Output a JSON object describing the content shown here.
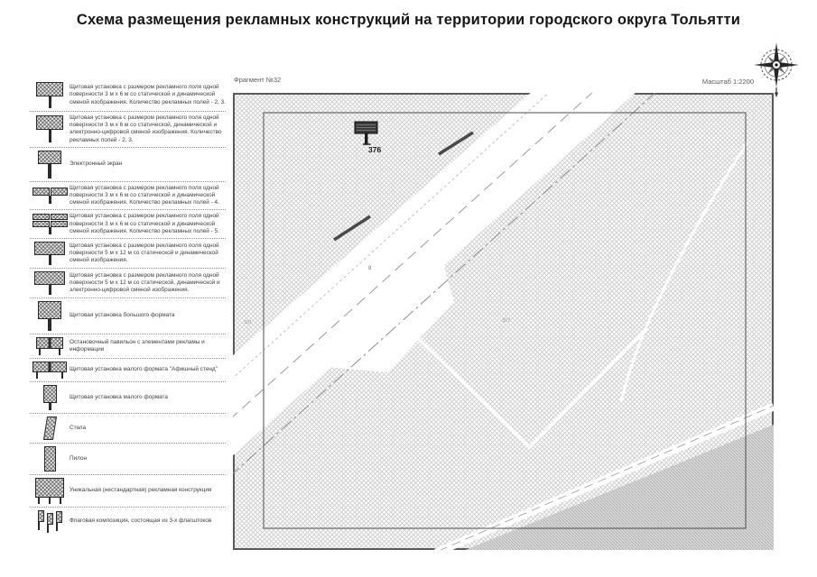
{
  "title": "Схема размещения рекламных конструкций на территории городского округа Тольятти",
  "map": {
    "fragment_label": "Фрагмент №32",
    "scale_label": "Масштаб 1:2200",
    "compass_icon": "compass-rose-icon",
    "marker": {
      "icon": "billboard-marker-icon",
      "number": "376"
    },
    "parcel_labels": {
      "a": "8",
      "b": "331",
      "c": "327"
    }
  },
  "legend": {
    "items": [
      {
        "icon": "billboard-2-3-icon",
        "text": "Щитовая установка с размером рекламного поля одной поверхности 3 м х 6 м со статической и динамической сменой изображения. Количество рекламных полей - 2, 3."
      },
      {
        "icon": "billboard-2-3-digital-icon",
        "text": "Щитовая установка с размером рекламного поля одной поверхности 3 м х 6 м со статической, динамической и электронно-цифровой сменой изображения. Количество рекламных полей - 2, 3."
      },
      {
        "icon": "electronic-screen-icon",
        "text": "Электронный экран"
      },
      {
        "icon": "billboard-4-icon",
        "text": "Щитовая установка с размером рекламного поля одной поверхности 3 м х 6 м со статической и динамической сменой изображения. Количество рекламных полей - 4."
      },
      {
        "icon": "billboard-5-icon",
        "text": "Щитовая установка с размером рекламного поля одной поверхности 3 м х 6 м со статической и динамической сменой изображения. Количество рекламных полей - 5."
      },
      {
        "icon": "billboard-5x12-icon",
        "text": "Щитовая установка с размером рекламного поля одной поверхности 5 м х 12 м со статической и динамической сменой изображения."
      },
      {
        "icon": "billboard-5x12-digital-icon",
        "text": "Щитовая установка с размером рекламного поля одной поверхности 5 м х 12 м со статической, динамической и электронно-цифровой сменой изображения."
      },
      {
        "icon": "large-format-icon",
        "text": "Щитовая установка большого формата"
      },
      {
        "icon": "bus-shelter-icon",
        "text": "Остановочный павильон с элементами рекламы и информации"
      },
      {
        "icon": "poster-stand-icon",
        "text": "Щитовая установка малого формата \"Афишный стенд\""
      },
      {
        "icon": "small-format-icon",
        "text": "Щитовая установка малого формата"
      },
      {
        "icon": "stela-icon",
        "text": "Стела"
      },
      {
        "icon": "pylon-icon",
        "text": "Пилон"
      },
      {
        "icon": "unique-construction-icon",
        "text": "Уникальная (нестандартная) рекламная конструкция"
      },
      {
        "icon": "flag-composition-icon",
        "text": "Флаговая композиция, состоящая из 3-х флагштоков"
      }
    ]
  },
  "colors": {
    "hatch_line": "#cccccc",
    "map_border": "#5a5a5a",
    "marker_fill": "#3a3a3a"
  }
}
